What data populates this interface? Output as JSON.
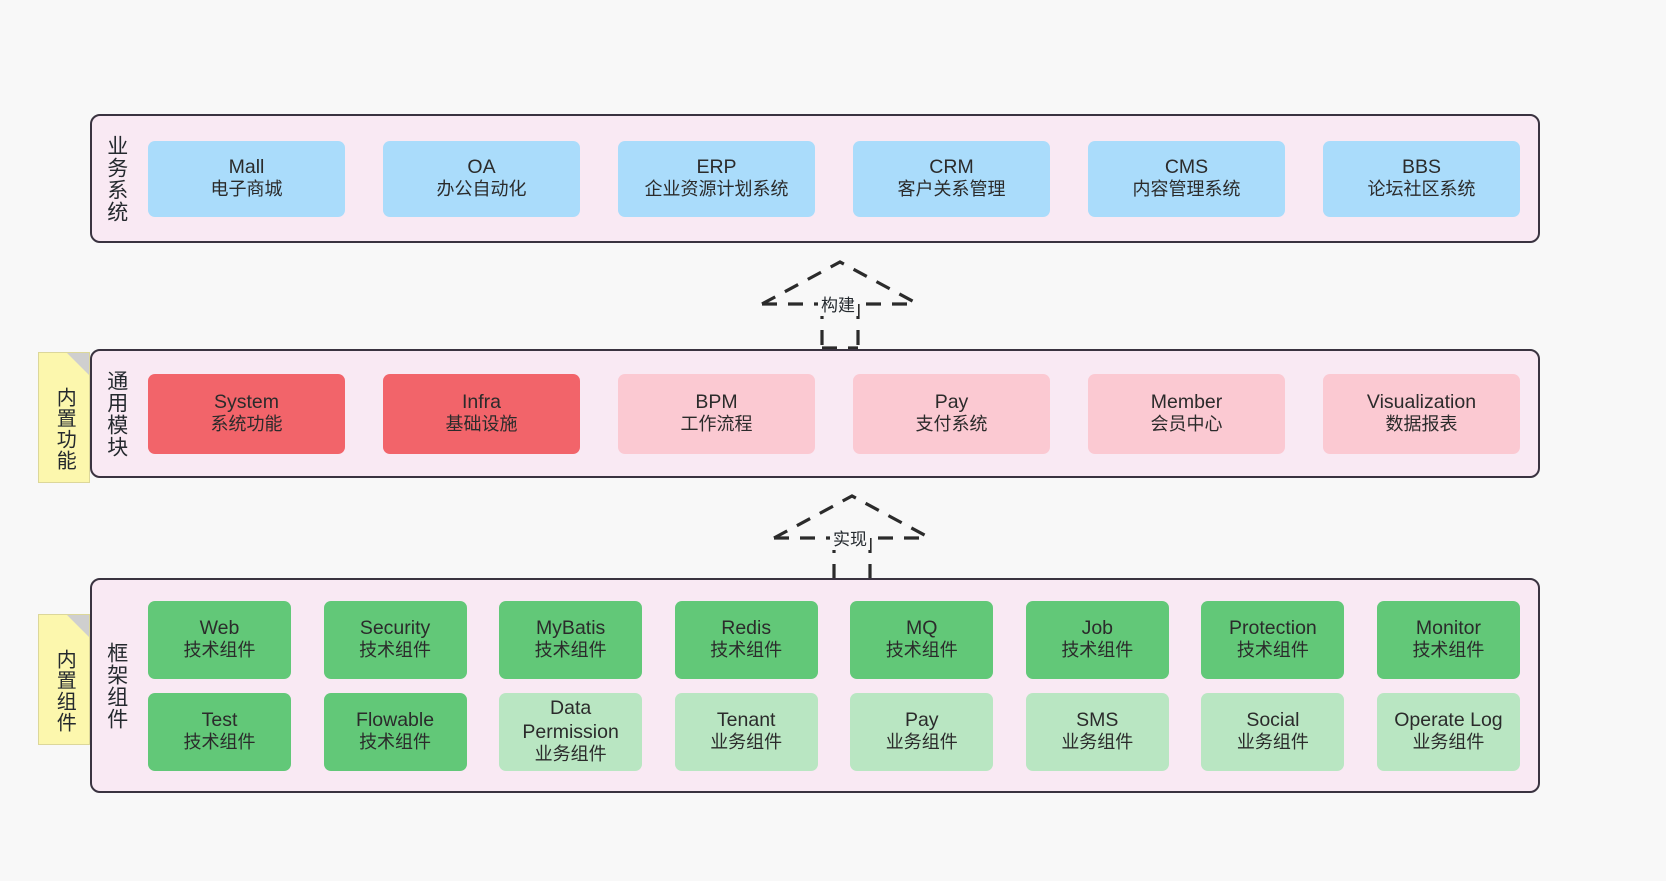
{
  "diagram": {
    "background": "#f8f8f8",
    "layer_fill": "#f9e9f3",
    "layer_border": "#3a3340"
  },
  "layers": [
    {
      "id": "business-system",
      "title": "业务系统",
      "card_color": "#aadcfb",
      "cards": [
        {
          "en": "Mall",
          "cn": "电子商城"
        },
        {
          "en": "OA",
          "cn": "办公自动化"
        },
        {
          "en": "ERP",
          "cn": "企业资源计划系统"
        },
        {
          "en": "CRM",
          "cn": "客户关系管理"
        },
        {
          "en": "CMS",
          "cn": "内容管理系统"
        },
        {
          "en": "BBS",
          "cn": "论坛社区系统"
        }
      ]
    },
    {
      "id": "common-module",
      "title": "通用模块",
      "note": "内置功能",
      "card_color_strong": "#f2646a",
      "card_color_light": "#fbc9d2",
      "cards": [
        {
          "en": "System",
          "cn": "系统功能",
          "style": "strong"
        },
        {
          "en": "Infra",
          "cn": "基础设施",
          "style": "strong"
        },
        {
          "en": "BPM",
          "cn": "工作流程",
          "style": "light"
        },
        {
          "en": "Pay",
          "cn": "支付系统",
          "style": "light"
        },
        {
          "en": "Member",
          "cn": "会员中心",
          "style": "light"
        },
        {
          "en": "Visualization",
          "cn": "数据报表",
          "style": "light"
        }
      ]
    },
    {
      "id": "framework-component",
      "title": "框架组件",
      "note": "内置组件",
      "card_color_tech": "#62c878",
      "card_color_biz": "#b9e6c2",
      "row1": [
        {
          "en": "Web",
          "cn": "技术组件",
          "style": "tech"
        },
        {
          "en": "Security",
          "cn": "技术组件",
          "style": "tech"
        },
        {
          "en": "MyBatis",
          "cn": "技术组件",
          "style": "tech"
        },
        {
          "en": "Redis",
          "cn": "技术组件",
          "style": "tech"
        },
        {
          "en": "MQ",
          "cn": "技术组件",
          "style": "tech"
        },
        {
          "en": "Job",
          "cn": "技术组件",
          "style": "tech"
        },
        {
          "en": "Protection",
          "cn": "技术组件",
          "style": "tech"
        },
        {
          "en": "Monitor",
          "cn": "技术组件",
          "style": "tech"
        }
      ],
      "row2": [
        {
          "en": "Test",
          "cn": "技术组件",
          "style": "tech"
        },
        {
          "en": "Flowable",
          "cn": "技术组件",
          "style": "tech"
        },
        {
          "en": "Data Permission",
          "cn": "业务组件",
          "style": "biz"
        },
        {
          "en": "Tenant",
          "cn": "业务组件",
          "style": "biz"
        },
        {
          "en": "Pay",
          "cn": "业务组件",
          "style": "biz"
        },
        {
          "en": "SMS",
          "cn": "业务组件",
          "style": "biz"
        },
        {
          "en": "Social",
          "cn": "业务组件",
          "style": "biz"
        },
        {
          "en": "Operate Log",
          "cn": "业务组件",
          "style": "biz"
        }
      ]
    }
  ],
  "connectors": [
    {
      "id": "build",
      "label": "构建"
    },
    {
      "id": "implement",
      "label": "实现"
    }
  ]
}
